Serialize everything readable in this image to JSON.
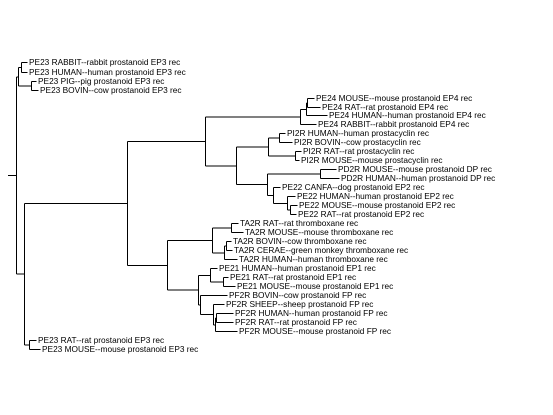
{
  "tree": {
    "line_color": "#000000",
    "text_color": "#000000",
    "leaves": [
      {
        "id": "pe23_rabbit",
        "label": "PE23 RABBIT--rabbit prostanoid EP3 rec"
      },
      {
        "id": "pe23_human",
        "label": "PE23 HUMAN--human prostanoid EP3 rec"
      },
      {
        "id": "pe23_pig",
        "label": "PE23 PIG--pig prostanoid EP3 rec"
      },
      {
        "id": "pe23_bovin",
        "label": "PE23 BOVIN--cow prostanoid EP3 rec"
      },
      {
        "id": "pe24_mouse",
        "label": "PE24 MOUSE--mouse prostanoid EP4 rec"
      },
      {
        "id": "pe24_rat",
        "label": "PE24 RAT--rat prostanoid EP4 rec"
      },
      {
        "id": "pe24_human",
        "label": "PE24 HUMAN--human prostanoid EP4 rec"
      },
      {
        "id": "pe24_rabbit",
        "label": "PE24 RABBIT--rabbit prostanoid EP4 rec"
      },
      {
        "id": "pi2r_human",
        "label": "PI2R HUMAN--human prostacyclin rec"
      },
      {
        "id": "pi2r_bovin",
        "label": "PI2R BOVIN--cow prostacyclin rec"
      },
      {
        "id": "pi2r_rat",
        "label": "PI2R RAT--rat prostacyclin rec"
      },
      {
        "id": "pi2r_mouse",
        "label": "PI2R MOUSE--mouse prostacyclin rec"
      },
      {
        "id": "pd2r_mouse",
        "label": "PD2R MOUSE--mouse prostanoid DP rec"
      },
      {
        "id": "pd2r_human",
        "label": "PD2R HUMAN--human prostanoid DP rec"
      },
      {
        "id": "pe22_canfa",
        "label": "PE22 CANFA--dog prostanoid EP2 rec"
      },
      {
        "id": "pe22_human",
        "label": "PE22 HUMAN--human prostanoid EP2 rec"
      },
      {
        "id": "pe22_mouse",
        "label": "PE22 MOUSE--mouse prostanoid EP2 rec"
      },
      {
        "id": "pe22_rat",
        "label": "PE22 RAT--rat prostanoid EP2 rec"
      },
      {
        "id": "ta2r_rat",
        "label": "TA2R RAT--rat thromboxane rec"
      },
      {
        "id": "ta2r_mouse",
        "label": "TA2R MOUSE--mouse thromboxane rec"
      },
      {
        "id": "ta2r_bovin",
        "label": "TA2R BOVIN--cow thromboxane rec"
      },
      {
        "id": "ta2r_cerae",
        "label": "TA2R CERAE--green monkey thromboxane rec"
      },
      {
        "id": "ta2r_human",
        "label": "TA2R HUMAN--human thromboxane rec"
      },
      {
        "id": "pe21_human",
        "label": "PE21 HUMAN--human prostanoid EP1 rec"
      },
      {
        "id": "pe21_rat",
        "label": "PE21 RAT--rat prostanoid EP1 rec"
      },
      {
        "id": "pe21_mouse",
        "label": "PE21 MOUSE--mouse prostanoid EP1 rec"
      },
      {
        "id": "pf2r_bovin",
        "label": "PF2R BOVIN--cow prostanoid FP rec"
      },
      {
        "id": "pf2r_sheep",
        "label": "PF2R SHEEP--sheep prostanoid FP rec"
      },
      {
        "id": "pf2r_human",
        "label": "PF2R HUMAN--human prostanoid FP rec"
      },
      {
        "id": "pf2r_rat",
        "label": "PF2R RAT--rat prostanoid FP rec"
      },
      {
        "id": "pf2r_mouse",
        "label": "PF2R MOUSE--mouse prostanoid FP rec"
      },
      {
        "id": "pe23_rat",
        "label": "PE23 RAT--rat prostanoid EP3 rec"
      },
      {
        "id": "pe23_mouse",
        "label": "PE23 MOUSE--mouse prostanoid EP3 rec"
      }
    ]
  }
}
